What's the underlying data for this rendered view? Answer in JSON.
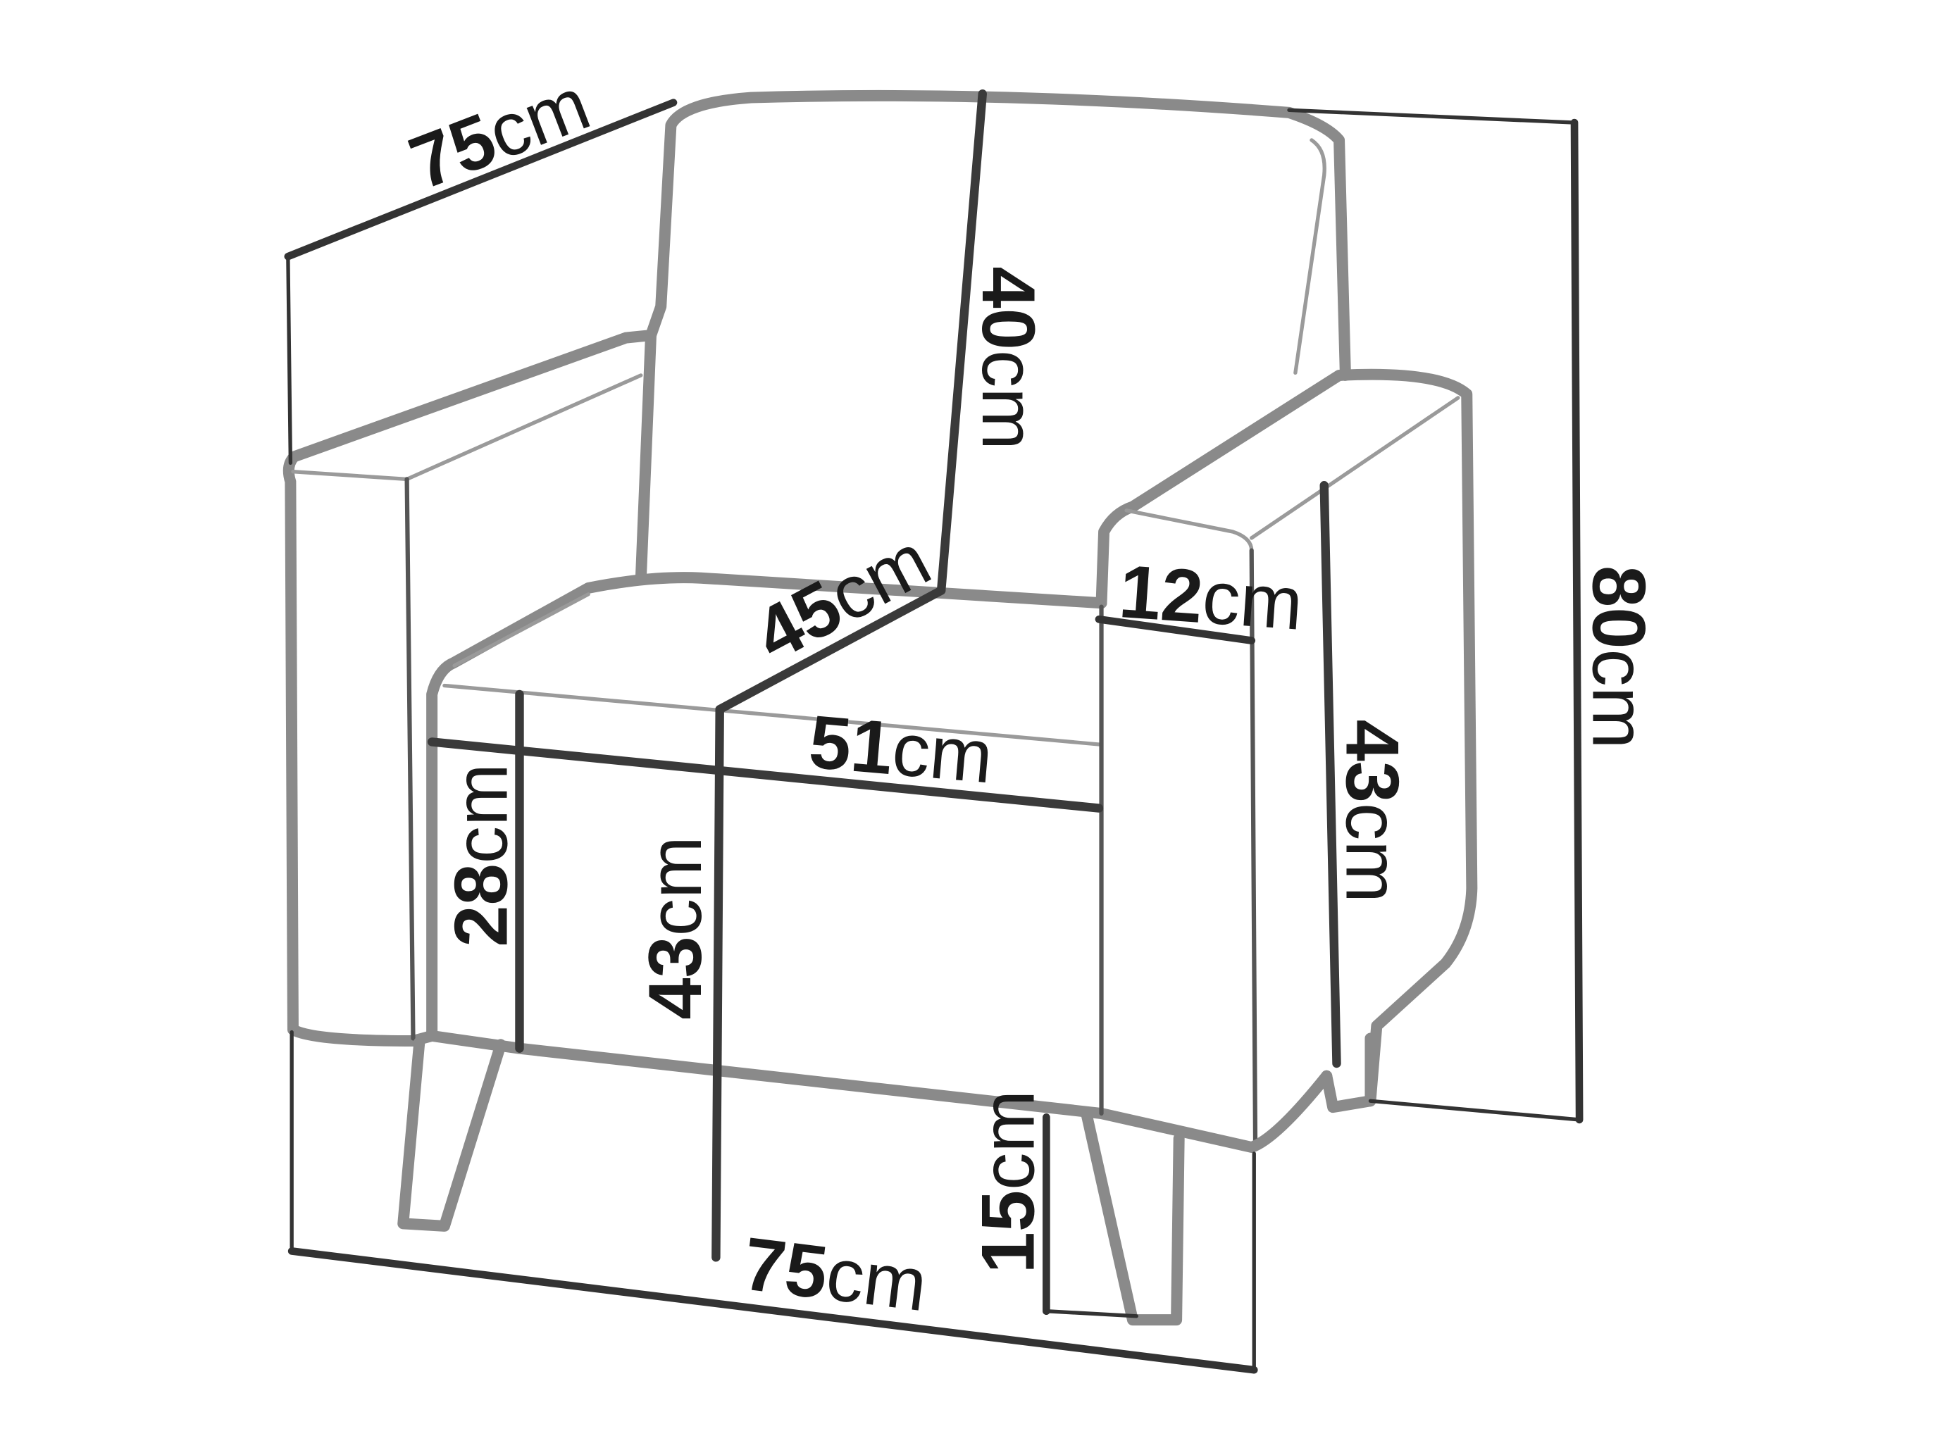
{
  "diagram": {
    "subject": "armchair",
    "line_color": "#333333",
    "outline_color": "#8a8a8a",
    "dimensions": {
      "depth_top": {
        "value": "75",
        "unit": "cm"
      },
      "back_height": {
        "value": "40",
        "unit": "cm"
      },
      "seat_depth": {
        "value": "45",
        "unit": "cm"
      },
      "arm_width": {
        "value": "12",
        "unit": "cm"
      },
      "total_height": {
        "value": "80",
        "unit": "cm"
      },
      "seat_width": {
        "value": "51",
        "unit": "cm"
      },
      "arm_height": {
        "value": "43",
        "unit": "cm"
      },
      "inner_height": {
        "value": "28",
        "unit": "cm"
      },
      "seat_height": {
        "value": "43",
        "unit": "cm"
      },
      "leg_height": {
        "value": "15",
        "unit": "cm"
      },
      "width_bottom": {
        "value": "75",
        "unit": "cm"
      }
    }
  }
}
